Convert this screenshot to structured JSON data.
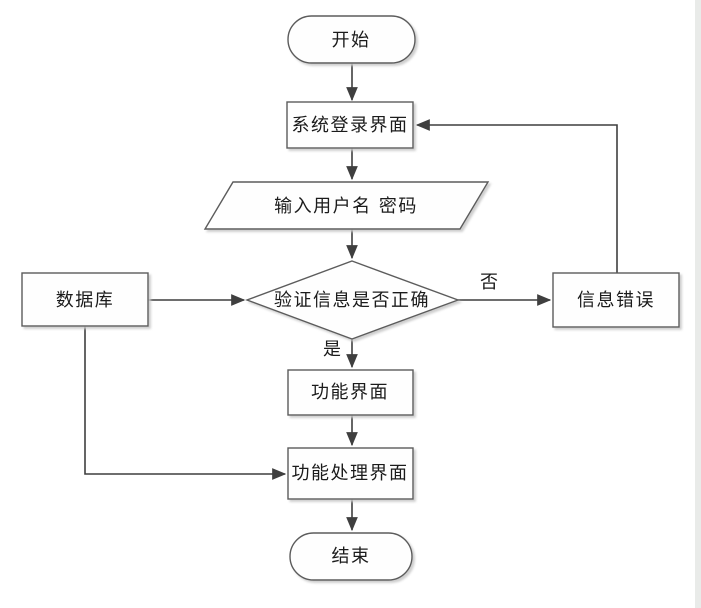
{
  "colors": {
    "bg": "#ffffff",
    "line": "#3f3f3f",
    "border": "#5b5b5b",
    "node-fill": "#fefefe",
    "text": "#1b1b1b",
    "strip": "#e9ebe9"
  },
  "diagram": {
    "type": "flowchart",
    "title": "login-process-flowchart",
    "nodes": [
      {
        "id": "start",
        "shape": "stadium",
        "label": "开始"
      },
      {
        "id": "login",
        "shape": "rect",
        "label": "系统登录界面"
      },
      {
        "id": "input",
        "shape": "parallelogram",
        "label": "输入用户名 密码"
      },
      {
        "id": "verify",
        "shape": "diamond",
        "label": "验证信息是否正确"
      },
      {
        "id": "database",
        "shape": "rect",
        "label": "数据库"
      },
      {
        "id": "error",
        "shape": "rect",
        "label": "信息错误"
      },
      {
        "id": "function",
        "shape": "rect",
        "label": "功能界面"
      },
      {
        "id": "process",
        "shape": "rect",
        "label": "功能处理界面"
      },
      {
        "id": "end",
        "shape": "stadium",
        "label": "结束"
      }
    ],
    "edges": [
      {
        "from": "start",
        "to": "login",
        "label": ""
      },
      {
        "from": "login",
        "to": "input",
        "label": ""
      },
      {
        "from": "input",
        "to": "verify",
        "label": ""
      },
      {
        "from": "verify",
        "to": "function",
        "label": "是"
      },
      {
        "from": "verify",
        "to": "error",
        "label": "否"
      },
      {
        "from": "error",
        "to": "login",
        "label": ""
      },
      {
        "from": "database",
        "to": "verify",
        "label": ""
      },
      {
        "from": "database",
        "to": "process",
        "label": ""
      },
      {
        "from": "function",
        "to": "process",
        "label": ""
      },
      {
        "from": "process",
        "to": "end",
        "label": ""
      }
    ]
  }
}
